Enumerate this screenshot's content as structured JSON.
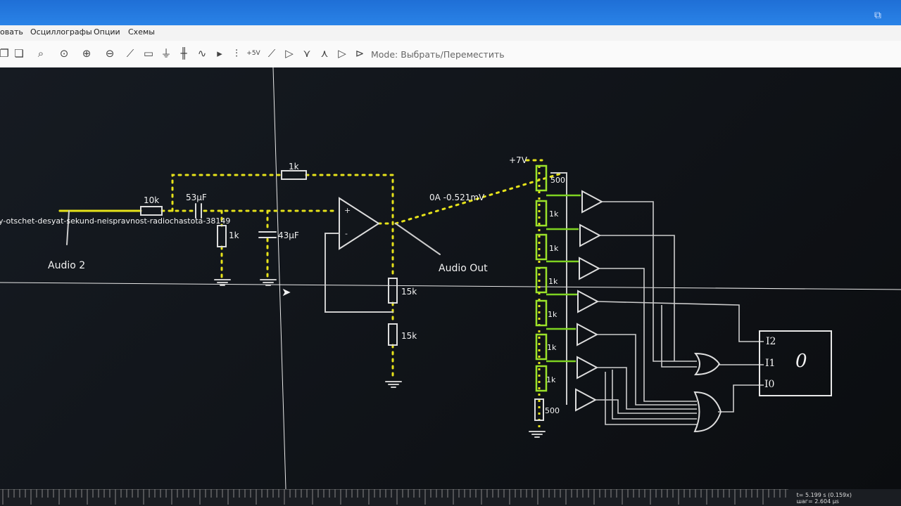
{
  "window": {
    "close_glyph": "⧉"
  },
  "menu": [
    "овать",
    "Осциллографы",
    "Опции",
    "Схемы"
  ],
  "toolbar": {
    "icons": [
      "copy-icon",
      "paste-icon",
      "search-icon",
      "zoom-fit-icon",
      "zoom-in-icon",
      "zoom-out-icon",
      "wire-icon",
      "resistor-icon",
      "ground-icon",
      "capacitor-icon",
      "inductor-icon",
      "diode-icon",
      "battery-icon",
      "voltage-rail-icon",
      "switch-icon",
      "opamp-icon",
      "npn-transistor-icon",
      "pnp-transistor-icon",
      "buffer-icon",
      "output-icon"
    ],
    "mode_text": "Mode: Выбрать/Переместить"
  },
  "circuit": {
    "input_name": "y-otschet-desyat-sekund-neispravnost-radiochastota-38149",
    "labels": {
      "audio2": "Audio 2",
      "audio_out": "Audio Out",
      "r_input": "10k",
      "c_series": "53µF",
      "r_feedback": "1k",
      "r_ground": "1k",
      "c_ground": "43µF",
      "r_div_top": "15k",
      "r_div_bottom": "15k",
      "current_probe": "0A -0.521mV",
      "supply": "+7V",
      "ladder": [
        "500",
        "1k",
        "1k",
        "1k",
        "1k",
        "1k",
        "1k",
        "500"
      ],
      "encoder_inputs": [
        "I2",
        "I1",
        "I0"
      ],
      "encoder_output": "0"
    }
  },
  "status": {
    "time": "t= 5.199 s (0.159x)",
    "step": "шаг= 2.604 µs"
  },
  "colors": {
    "wire_active": "#e6e21a",
    "wire_idle": "#d6d6d6",
    "wire_green": "#7ed321",
    "canvas": "#12161b"
  }
}
